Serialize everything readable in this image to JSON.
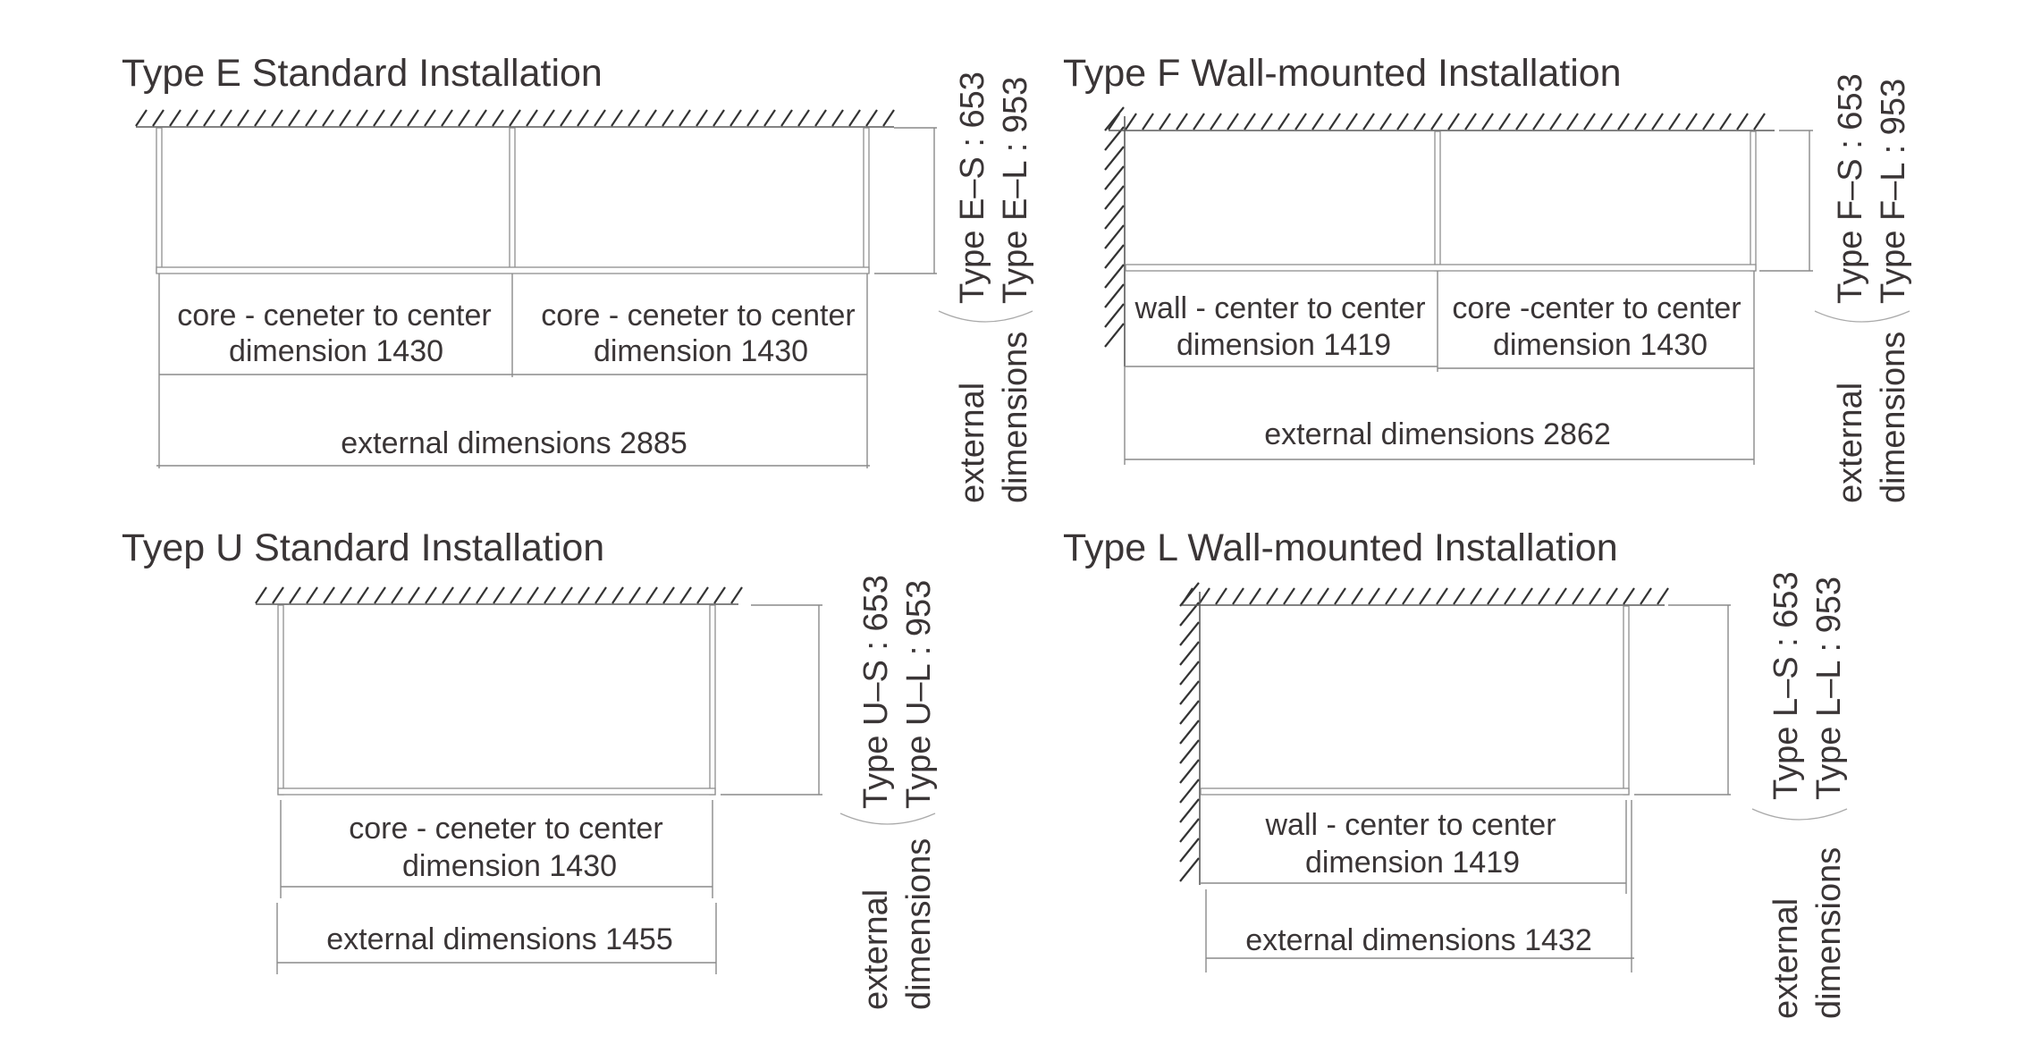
{
  "diagrams": [
    {
      "id": "type-e",
      "title": "Type E Standard Installation",
      "mounting": "ceiling",
      "panels": [
        {
          "line1": "core - ceneter to center",
          "line2": "dimension 1430"
        },
        {
          "line1": "core - ceneter to center",
          "line2": "dimension 1430"
        }
      ],
      "external": "external dimensions 2885",
      "height_labels": [
        "Type E–S : 653",
        "Type E–L : 953"
      ],
      "side_label": [
        "external",
        "dimensions"
      ]
    },
    {
      "id": "type-f",
      "title": "Type F Wall-mounted Installation",
      "mounting": "wall+ceiling",
      "panels": [
        {
          "line1": "wall - center to center",
          "line2": "dimension 1419"
        },
        {
          "line1": "core -center to center",
          "line2": "dimension 1430"
        }
      ],
      "external": "external dimensions 2862",
      "height_labels": [
        "Type F–S : 653",
        "Type F–L : 953"
      ],
      "side_label": [
        "external",
        "dimensions"
      ]
    },
    {
      "id": "type-u",
      "title": "Tyep U Standard Installation",
      "mounting": "ceiling",
      "panels": [
        {
          "line1": "core - ceneter to center",
          "line2": "dimension 1430"
        }
      ],
      "external": "external dimensions 1455",
      "height_labels": [
        "Type U–S : 653",
        "Type U–L : 953"
      ],
      "side_label": [
        "external",
        "dimensions"
      ]
    },
    {
      "id": "type-l",
      "title": "Type L Wall-mounted Installation",
      "mounting": "wall+ceiling",
      "panels": [
        {
          "line1": "wall - center to center",
          "line2": "dimension 1419"
        }
      ],
      "external": "external dimensions 1432",
      "height_labels": [
        "Type L–S : 653",
        "Type L–L : 953"
      ],
      "side_label": [
        "external",
        "dimensions"
      ]
    }
  ]
}
